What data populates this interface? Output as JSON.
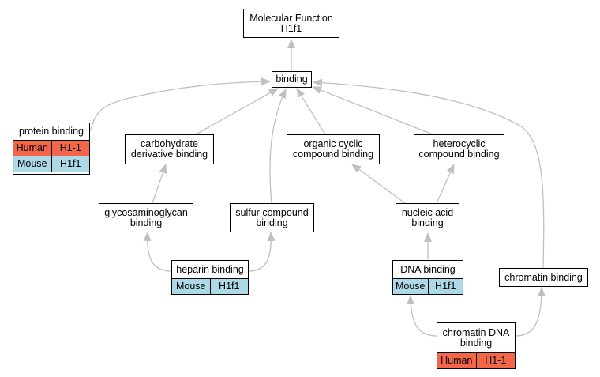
{
  "nodes": {
    "molecular_function": {
      "line1": "Molecular Function",
      "line2": "H1f1"
    },
    "binding": {
      "label": "binding"
    },
    "protein_binding": {
      "label": "protein binding",
      "rows": [
        [
          "Human",
          "H1-1"
        ],
        [
          "Mouse",
          "H1f1"
        ]
      ]
    },
    "carbohydrate_derivative_binding": {
      "line1": "carbohydrate",
      "line2": "derivative binding"
    },
    "organic_cyclic_compound_binding": {
      "line1": "organic cyclic",
      "line2": "compound binding"
    },
    "heterocyclic_compound_binding": {
      "line1": "heterocyclic",
      "line2": "compound binding"
    },
    "glycosaminoglycan_binding": {
      "line1": "glycosaminoglycan",
      "line2": "binding"
    },
    "sulfur_compound_binding": {
      "line1": "sulfur compound",
      "line2": "binding"
    },
    "nucleic_acid_binding": {
      "line1": "nucleic acid",
      "line2": "binding"
    },
    "heparin_binding": {
      "label": "heparin binding",
      "rows": [
        [
          "Mouse",
          "H1f1"
        ]
      ]
    },
    "dna_binding": {
      "label": "DNA binding",
      "rows": [
        [
          "Mouse",
          "H1f1"
        ]
      ]
    },
    "chromatin_binding": {
      "label": "chromatin binding"
    },
    "chromatin_dna_binding": {
      "line1": "chromatin DNA",
      "line2": "binding",
      "rows": [
        [
          "Human",
          "H1-1"
        ]
      ]
    }
  },
  "colors": {
    "human": "#f4664a",
    "mouse": "#add8e6",
    "edge": "#c0c0c0"
  }
}
